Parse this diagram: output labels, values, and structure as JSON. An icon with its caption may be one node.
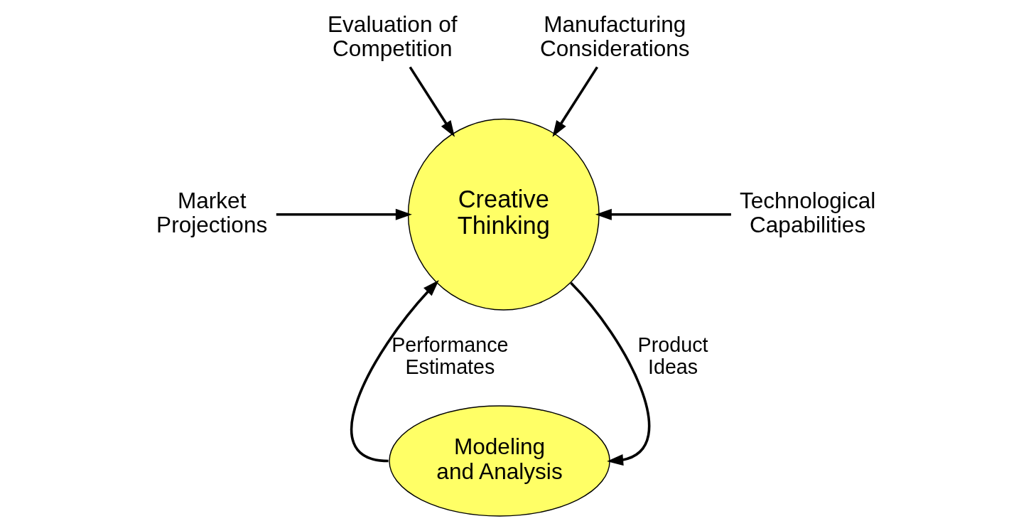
{
  "diagram": {
    "nodes": [
      {
        "text": [
          "Evaluation of Competition"
        ]
      },
      {
        "text": [
          "Manufacturing Considerations"
        ]
      },
      {
        "text": [
          "Market Projections"
        ]
      },
      {
        "text": [
          "Technological Capabilities"
        ]
      },
      {
        "text": [
          "Creative Thinking"
        ]
      },
      {
        "text": [
          "Modeling and Analysis"
        ]
      }
    ],
    "edges": [
      {
        "from": 0,
        "to": 4,
        "arrow": "to"
      },
      {
        "from": 1,
        "to": 4,
        "arrow": "to"
      },
      {
        "from": 2,
        "to": 4,
        "arrow": "to"
      },
      {
        "from": 3,
        "to": 4,
        "arrow": "to"
      },
      {
        "from": 4,
        "to": 5,
        "arrow": "to",
        "label": "Product Ideas"
      },
      {
        "from": 5,
        "to": 4,
        "arrow": "to",
        "label": "Performance Estimates"
      }
    ]
  }
}
